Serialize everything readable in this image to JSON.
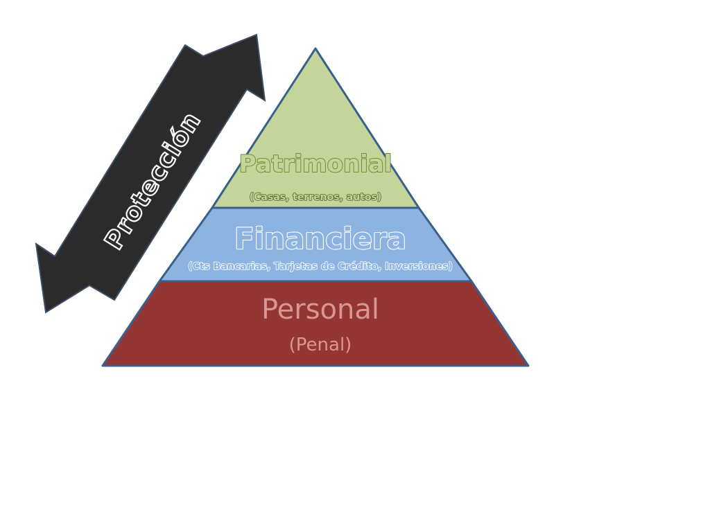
{
  "arrow": {
    "label": "Protección",
    "color": "#2b2b2b",
    "border": "#3e4f66"
  },
  "pyramid": {
    "levels": [
      {
        "key": "patrimonial",
        "title": "Patrimonial",
        "subtitle": "(Casas, terrenos, autos)",
        "fill": "#c3d59b",
        "text_color": "#7a9a3f",
        "text_style": "outline"
      },
      {
        "key": "financiera",
        "title": "Financiera",
        "subtitle": "(Cts Bancarias, Tarjetas de Crédito, Inversiones)",
        "fill": "#8db3e1",
        "text_color": "#eef3fb",
        "text_style": "outline"
      },
      {
        "key": "personal",
        "title": "Personal",
        "subtitle": "(Penal)",
        "fill": "#943634",
        "text_color": "#d99694",
        "text_style": "solid"
      }
    ],
    "border_color": "#3a5f8a"
  }
}
